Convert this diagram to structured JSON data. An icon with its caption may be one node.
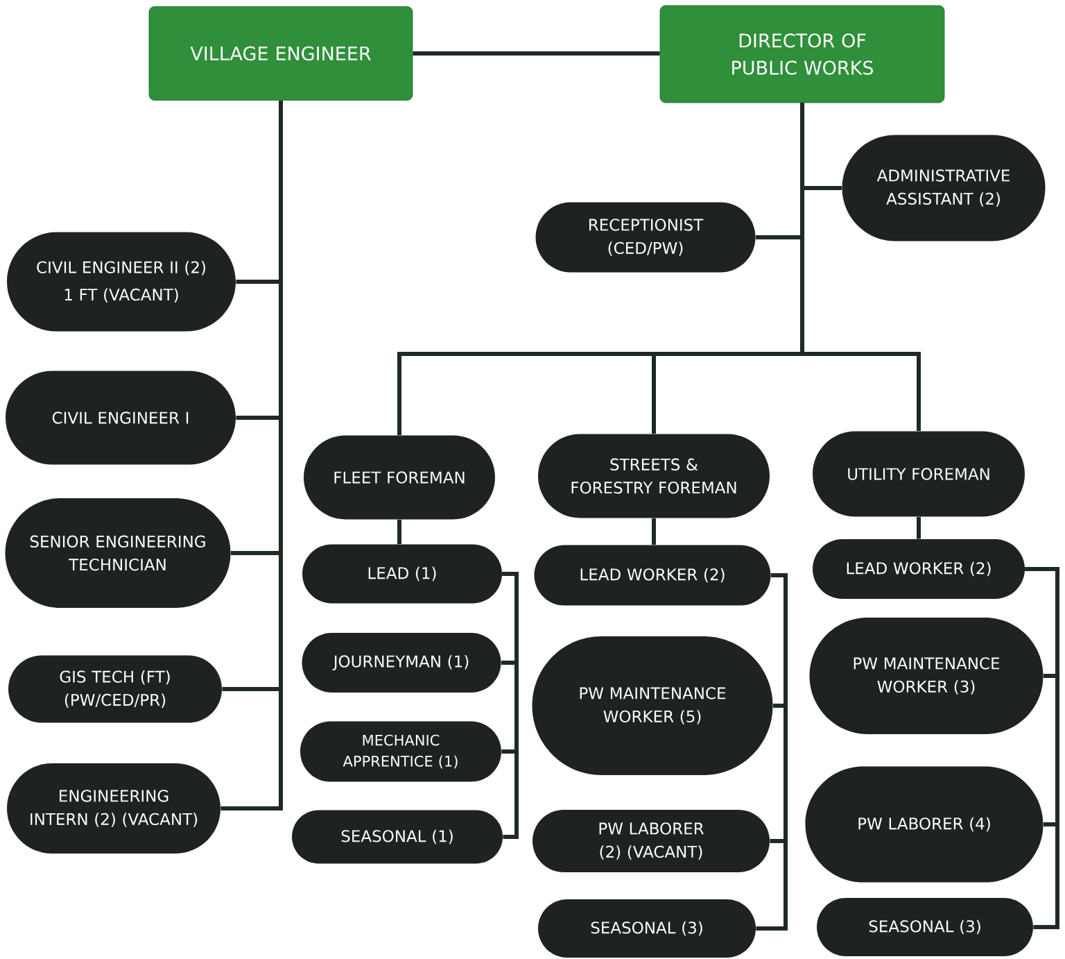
{
  "diagram": {
    "nodes": [
      {
        "text": [
          "VILLAGE ENGINEER"
        ]
      },
      {
        "text": [
          "DIRECTOR OF PUBLIC WORKS"
        ]
      },
      {
        "text": [
          "CIVIL ENGINEER II (2)",
          "1 FT (VACANT)"
        ]
      },
      {
        "text": [
          "CIVIL ENGINEER I"
        ]
      },
      {
        "text": [
          "SENIOR ENGINEERING TECHNICIAN"
        ]
      },
      {
        "text": [
          "GIS TECH (FT) (PW/CED/PR)"
        ]
      },
      {
        "text": [
          "ENGINEERING INTERN (2) (VACANT)"
        ]
      },
      {
        "text": [
          "ADMINISTRATIVE ASSISTANT (2)"
        ]
      },
      {
        "text": [
          "RECEPTIONIST (CED/PW)"
        ]
      },
      {
        "text": [
          "FLEET FOREMAN"
        ]
      },
      {
        "text": [
          "STREETS & FORESTRY FOREMAN"
        ]
      },
      {
        "text": [
          "UTILITY FOREMAN"
        ]
      },
      {
        "text": [
          "LEAD (1)"
        ]
      },
      {
        "text": [
          "JOURNEYMAN (1)"
        ]
      },
      {
        "text": [
          "MECHANIC APPRENTICE (1)"
        ]
      },
      {
        "text": [
          "SEASONAL (1)"
        ]
      },
      {
        "text": [
          "LEAD WORKER (2)"
        ]
      },
      {
        "text": [
          "PW MAINTENANCE WORKER (5)"
        ]
      },
      {
        "text": [
          "PW LABORER (2) (VACANT)"
        ]
      },
      {
        "text": [
          "SEASONAL (3)"
        ]
      },
      {
        "text": [
          "LEAD WORKER (2)"
        ]
      },
      {
        "text": [
          "PW MAINTENANCE WORKER (3)"
        ]
      },
      {
        "text": [
          "PW LABORER (4)"
        ]
      },
      {
        "text": [
          "SEASONAL (3)"
        ]
      }
    ],
    "edges": [
      {
        "from": 0,
        "to": 1,
        "arrow": "none"
      },
      {
        "from": 0,
        "to": 2,
        "arrow": "none"
      },
      {
        "from": 0,
        "to": 3,
        "arrow": "none"
      },
      {
        "from": 0,
        "to": 4,
        "arrow": "none"
      },
      {
        "from": 0,
        "to": 5,
        "arrow": "none"
      },
      {
        "from": 0,
        "to": 6,
        "arrow": "none"
      },
      {
        "from": 1,
        "to": 7,
        "arrow": "none"
      },
      {
        "from": 1,
        "to": 8,
        "arrow": "none"
      },
      {
        "from": 1,
        "to": 9,
        "arrow": "none"
      },
      {
        "from": 1,
        "to": 10,
        "arrow": "none"
      },
      {
        "from": 1,
        "to": 11,
        "arrow": "none"
      },
      {
        "from": 9,
        "to": 12,
        "arrow": "none"
      },
      {
        "from": 12,
        "to": 13,
        "arrow": "none"
      },
      {
        "from": 12,
        "to": 14,
        "arrow": "none"
      },
      {
        "from": 12,
        "to": 15,
        "arrow": "none"
      },
      {
        "from": 10,
        "to": 16,
        "arrow": "none"
      },
      {
        "from": 16,
        "to": 17,
        "arrow": "none"
      },
      {
        "from": 16,
        "to": 18,
        "arrow": "none"
      },
      {
        "from": 16,
        "to": 19,
        "arrow": "none"
      },
      {
        "from": 11,
        "to": 20,
        "arrow": "none"
      },
      {
        "from": 20,
        "to": 21,
        "arrow": "none"
      },
      {
        "from": 20,
        "to": 22,
        "arrow": "none"
      },
      {
        "from": 20,
        "to": 23,
        "arrow": "none"
      }
    ]
  }
}
